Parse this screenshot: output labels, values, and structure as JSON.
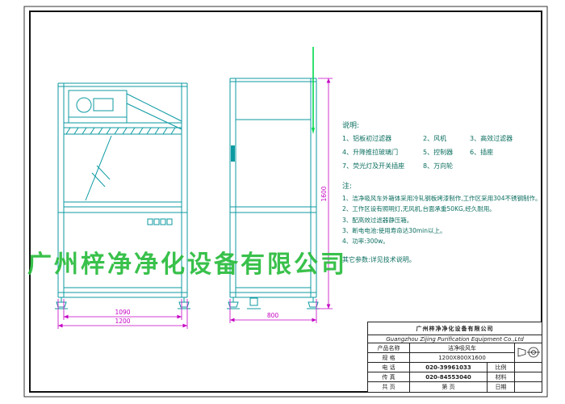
{
  "watermark": "广州梓净净化设备有限公司",
  "drawing": {
    "dims": {
      "front_inner": "1090",
      "front_outer": "1200",
      "depth": "800",
      "height": "1600"
    }
  },
  "notes": {
    "heading": "说明:",
    "parts": [
      "1、铝板初过滤器",
      "2、风机",
      "3、高效过滤器",
      "4、升降推拉玻璃门",
      "5、控制器",
      "6、插座",
      "7、荧光灯及开关插座",
      "8、万向轮"
    ],
    "remark_heading": "注:",
    "remarks": [
      "1、洁净吸风车外箱体采用冷轧钢板烤漆制作,工作区采用304不锈钢制作。",
      "2、工作区设有照明灯,无风机,台面承重50KG,经久耐用。",
      "3、配高效过滤器静压箱。",
      "3、断电电池:使用寿命达30min以上。",
      "4、功率:300w。"
    ],
    "other": "其它参数:详见技术说明。"
  },
  "titleblock": {
    "company_cn": "广州梓净净化设备有限公司",
    "company_en": "Guangzhou Zijing Purification Equipment Co.,Ltd",
    "product_label": "产品名称",
    "product_value": "洁净吸风车",
    "spec_label": "规 格",
    "spec_value": "1200X800X1600",
    "phone_label": "电 话",
    "phone_value": "020-39961033",
    "fax_label": "传 真",
    "fax_value": "020-84553040",
    "scale_label": "比例",
    "material_label": "材料",
    "pages_label": "共  页",
    "page_label": "第  页",
    "date_label": "日期"
  }
}
